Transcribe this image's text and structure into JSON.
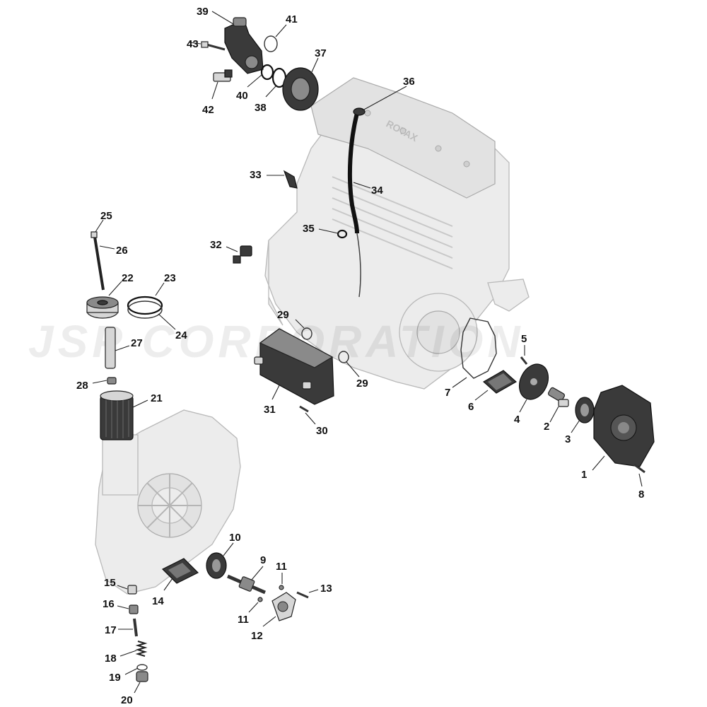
{
  "watermark": {
    "text": "JSP CORPORATION"
  },
  "callouts": [
    {
      "id": "1",
      "label": "1"
    },
    {
      "id": "2",
      "label": "2"
    },
    {
      "id": "3",
      "label": "3"
    },
    {
      "id": "4",
      "label": "4"
    },
    {
      "id": "5",
      "label": "5"
    },
    {
      "id": "6",
      "label": "6"
    },
    {
      "id": "7",
      "label": "7"
    },
    {
      "id": "8",
      "label": "8"
    },
    {
      "id": "9",
      "label": "9"
    },
    {
      "id": "10",
      "label": "10"
    },
    {
      "id": "11a",
      "label": "11"
    },
    {
      "id": "11b",
      "label": "11"
    },
    {
      "id": "12",
      "label": "12"
    },
    {
      "id": "13",
      "label": "13"
    },
    {
      "id": "14",
      "label": "14"
    },
    {
      "id": "15",
      "label": "15"
    },
    {
      "id": "16",
      "label": "16"
    },
    {
      "id": "17",
      "label": "17"
    },
    {
      "id": "18",
      "label": "18"
    },
    {
      "id": "19",
      "label": "19"
    },
    {
      "id": "20",
      "label": "20"
    },
    {
      "id": "21",
      "label": "21"
    },
    {
      "id": "22",
      "label": "22"
    },
    {
      "id": "23",
      "label": "23"
    },
    {
      "id": "24",
      "label": "24"
    },
    {
      "id": "25",
      "label": "25"
    },
    {
      "id": "26",
      "label": "26"
    },
    {
      "id": "27",
      "label": "27"
    },
    {
      "id": "28",
      "label": "28"
    },
    {
      "id": "29a",
      "label": "29"
    },
    {
      "id": "29b",
      "label": "29"
    },
    {
      "id": "30",
      "label": "30"
    },
    {
      "id": "31",
      "label": "31"
    },
    {
      "id": "32",
      "label": "32"
    },
    {
      "id": "33",
      "label": "33"
    },
    {
      "id": "34",
      "label": "34"
    },
    {
      "id": "35",
      "label": "35"
    },
    {
      "id": "36",
      "label": "36"
    },
    {
      "id": "37",
      "label": "37"
    },
    {
      "id": "38",
      "label": "38"
    },
    {
      "id": "39",
      "label": "39"
    },
    {
      "id": "40",
      "label": "40"
    },
    {
      "id": "41",
      "label": "41"
    },
    {
      "id": "42",
      "label": "42"
    },
    {
      "id": "43",
      "label": "43"
    }
  ]
}
